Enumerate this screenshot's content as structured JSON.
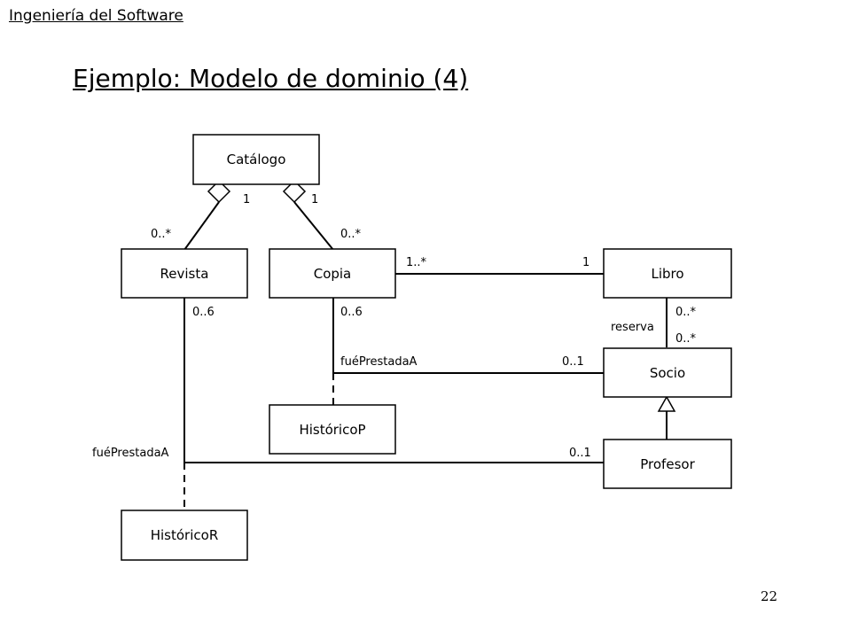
{
  "header": {
    "title": "Ingeniería del Software"
  },
  "slide": {
    "title": "Ejemplo: Modelo de dominio (4)",
    "page_number": "22"
  },
  "diagram": {
    "classes": {
      "catalogo": "Catálogo",
      "revista": "Revista",
      "copia": "Copia",
      "libro": "Libro",
      "socio": "Socio",
      "profesor": "Profesor",
      "historico_p": "HistóricoP",
      "historico_r": "HistóricoR"
    },
    "labels": {
      "catalogo_revista_one": "1",
      "catalogo_copia_one": "1",
      "revista_many": "0..*",
      "copia_many": "0..*",
      "copia_libro_many": "1..*",
      "copia_libro_one": "1",
      "revista_count": "0..6",
      "copia_count": "0..6",
      "libro_reserva_many": "0..*",
      "reserva": "reserva",
      "socio_reserva_many": "0..*",
      "copia_prestada_role": "fuéPrestadaA",
      "socio_optional": "0..1",
      "revista_prestada_role": "fuéPrestadaA",
      "profesor_optional": "0..1"
    }
  }
}
